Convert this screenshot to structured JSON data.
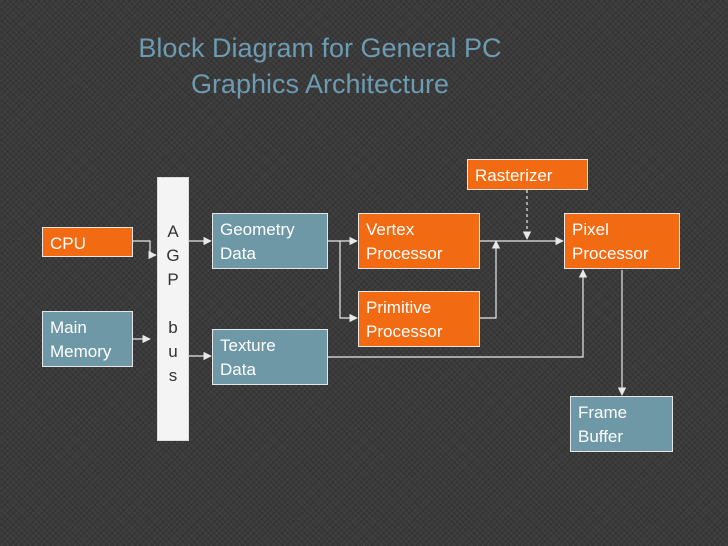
{
  "title": {
    "line1": "Block Diagram for General PC",
    "line2": "Graphics Architecture"
  },
  "blocks": {
    "cpu": {
      "lines": [
        "CPU"
      ]
    },
    "memory": {
      "lines": [
        "Main",
        "Memory"
      ]
    },
    "agp": {
      "letters": [
        "A",
        "G",
        "P",
        "b",
        "u",
        "s"
      ]
    },
    "geometry": {
      "lines": [
        "Geometry",
        "Data"
      ]
    },
    "texture": {
      "lines": [
        "Texture",
        "Data"
      ]
    },
    "vertex": {
      "lines": [
        "Vertex",
        "Processor"
      ]
    },
    "primitive": {
      "lines": [
        "Primitive",
        "Processor"
      ]
    },
    "rasterizer": {
      "lines": [
        "Rasterizer"
      ]
    },
    "pixel": {
      "lines": [
        "Pixel",
        "Processor"
      ]
    },
    "framebuffer": {
      "lines": [
        "Frame",
        "Buffer"
      ]
    }
  },
  "colors": {
    "background": "#3f3f3f",
    "title": "#6c9bb2",
    "orange_block": "#f26a12",
    "teal_block": "#6f98a6",
    "bus": "#f4f4f4",
    "connector": "#e8e8e8"
  }
}
